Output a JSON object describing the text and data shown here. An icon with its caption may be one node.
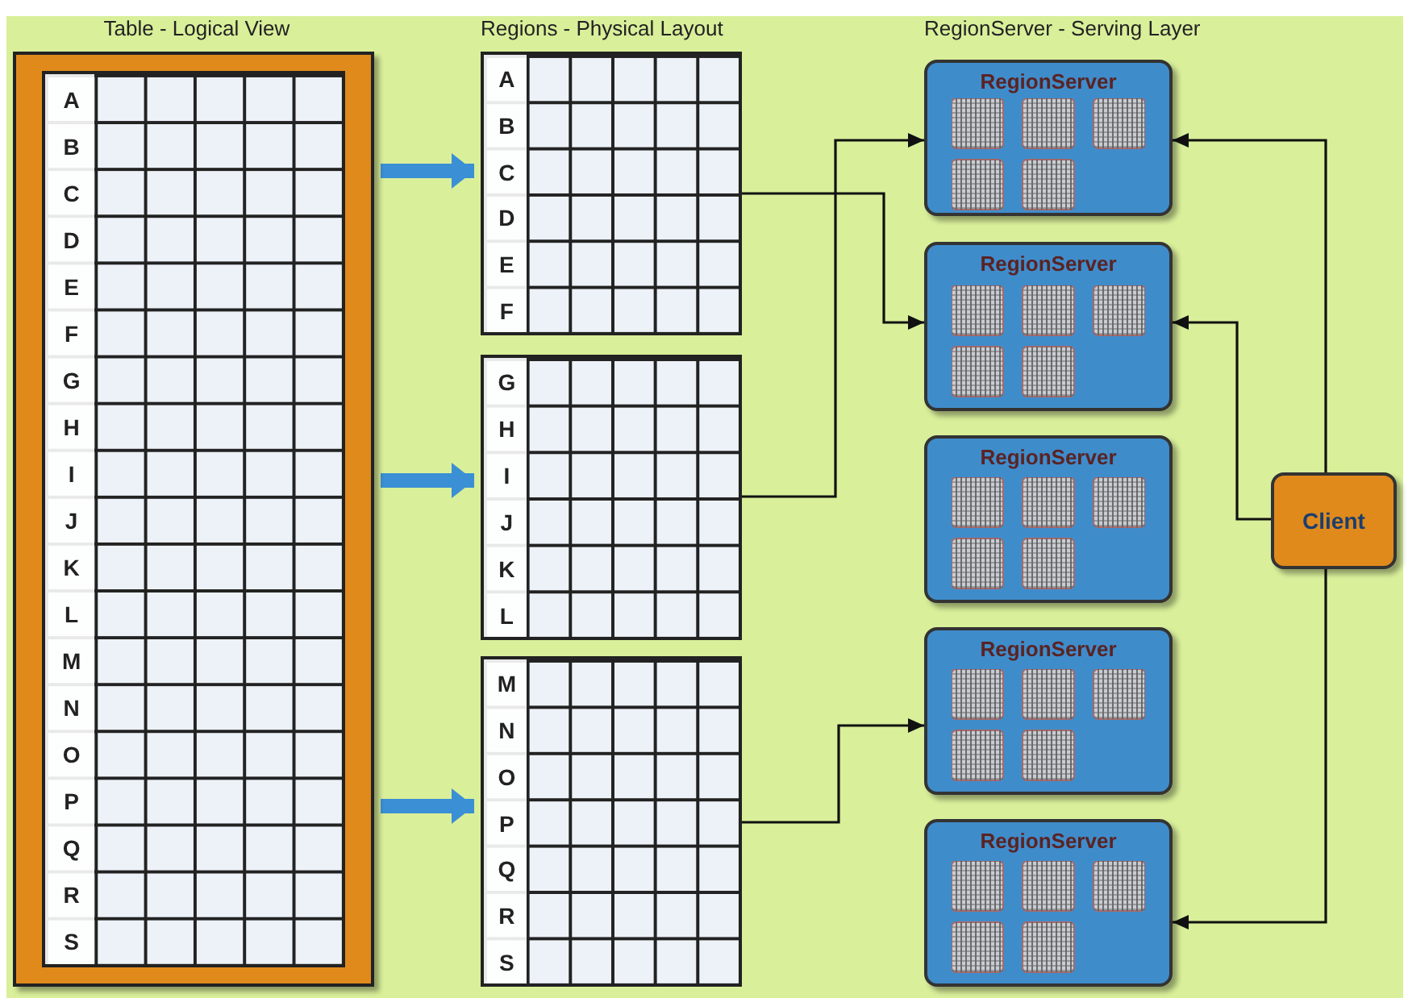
{
  "diagram": {
    "nodes": [
      {
        "text": [
          "A",
          "B",
          "C",
          "D",
          "E",
          "F",
          "G",
          "H",
          "I",
          "J",
          "K",
          "L",
          "M",
          "N",
          "O",
          "P",
          "Q",
          "R",
          "S"
        ]
      },
      {
        "text": [
          "A",
          "B",
          "C",
          "D",
          "E",
          "F"
        ]
      },
      {
        "text": [
          "G",
          "H",
          "I",
          "J",
          "K",
          "L"
        ]
      },
      {
        "text": [
          "M",
          "N",
          "O",
          "P",
          "Q",
          "R",
          "S"
        ]
      },
      {
        "text": [
          "RegionServer"
        ]
      },
      {
        "text": [
          "RegionServer"
        ]
      },
      {
        "text": [
          "RegionServer"
        ]
      },
      {
        "text": [
          "RegionServer"
        ]
      },
      {
        "text": [
          "RegionServer"
        ]
      },
      {
        "text": [
          "Client"
        ]
      }
    ],
    "edges": [
      {
        "from": 0,
        "to": 1,
        "arrow": "to",
        "style": "thick",
        "color": "#3b8fd4"
      },
      {
        "from": 0,
        "to": 2,
        "arrow": "to",
        "style": "thick",
        "color": "#3b8fd4"
      },
      {
        "from": 0,
        "to": 3,
        "arrow": "to",
        "style": "thick",
        "color": "#3b8fd4"
      },
      {
        "from": 1,
        "to": 5,
        "arrow": "to"
      },
      {
        "from": 2,
        "to": 4,
        "arrow": "to"
      },
      {
        "from": 3,
        "to": 7,
        "arrow": "to"
      },
      {
        "from": 9,
        "to": 4,
        "arrow": "to"
      },
      {
        "from": 9,
        "to": 5,
        "arrow": "to"
      },
      {
        "from": 9,
        "to": 8,
        "arrow": "to"
      }
    ],
    "labels": [
      "Table - Logical View",
      "Regions - Physical Layout",
      "RegionServer - Serving Layer"
    ]
  }
}
